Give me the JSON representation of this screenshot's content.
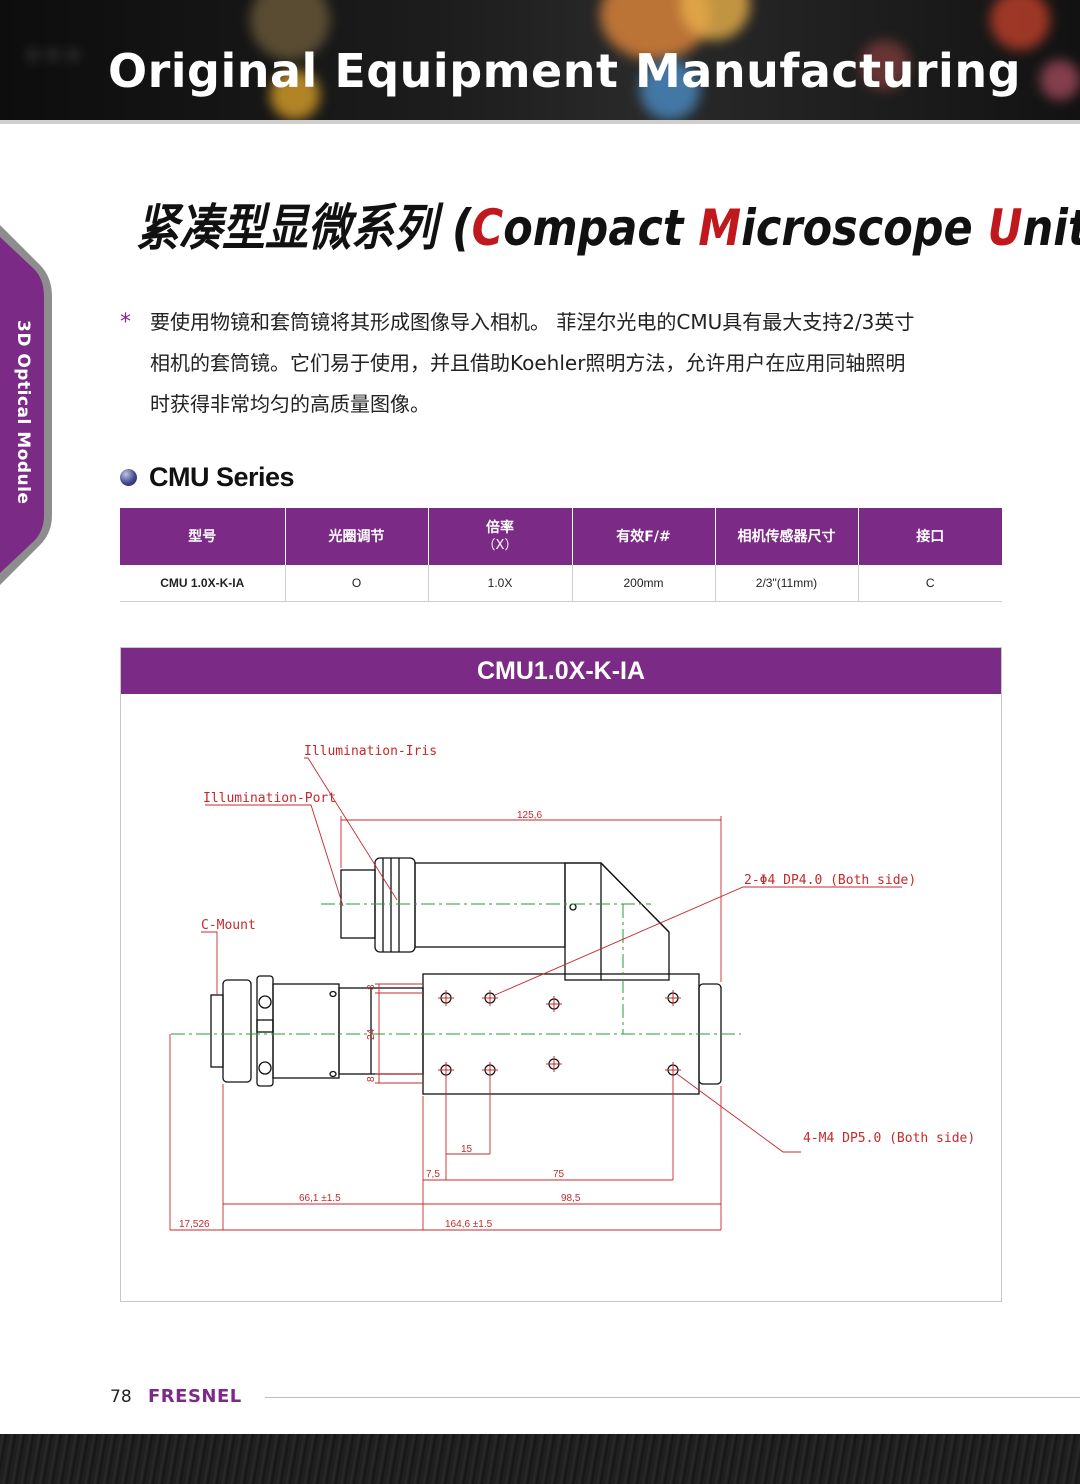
{
  "header": {
    "banner_title": "Original Equipment Manufacturing"
  },
  "side_tab": {
    "label": "3D Optical Module"
  },
  "title": {
    "chinese": "紧凑型显微系列",
    "open": " (",
    "c": "C",
    "ompact": "ompact ",
    "m": "M",
    "icroscope": "icroscope ",
    "u": "U",
    "nit": "nit)"
  },
  "intro": {
    "bullet": "*",
    "line1": "要使用物镜和套筒镜将其形成图像导入相机。 菲涅尔光电的CMU具有最大支持2/3英寸",
    "line2": "相机的套筒镜。它们易于使用，并且借助Koehler照明方法，允许用户在应用同轴照明",
    "line3": "时获得非常均匀的高质量图像。"
  },
  "series": {
    "title": "CMU Series"
  },
  "table": {
    "headers": [
      "型号",
      "光圈调节",
      "倍率",
      "有效F/#",
      "相机传感器尺寸",
      "接口"
    ],
    "header_sub": "（X）",
    "rows": [
      [
        "CMU 1.0X-K-IA",
        "O",
        "1.0X",
        "200mm",
        "2/3\"(11mm)",
        "C"
      ]
    ]
  },
  "drawing": {
    "title": "CMU1.0X-K-IA",
    "labels": {
      "iris": "Illumination-Iris",
      "port": "Illumination-Port",
      "cmount": "C-Mount",
      "holes_a": "2-Φ4  DP4.0 (Both side)",
      "holes_b": "4-M4  DP5.0 (Both side)"
    },
    "dims": {
      "d1256": "125,6",
      "d3": "3",
      "d24": "24",
      "d8": "8",
      "d15": "15",
      "d75a": "7,5",
      "d75": "75",
      "d661": "66,1 ±1.5",
      "d985": "98,5",
      "d17526": "17,526",
      "d1646": "164,6 ±1.5"
    }
  },
  "footer": {
    "page_number": "78",
    "brand": "FRESNEL"
  }
}
